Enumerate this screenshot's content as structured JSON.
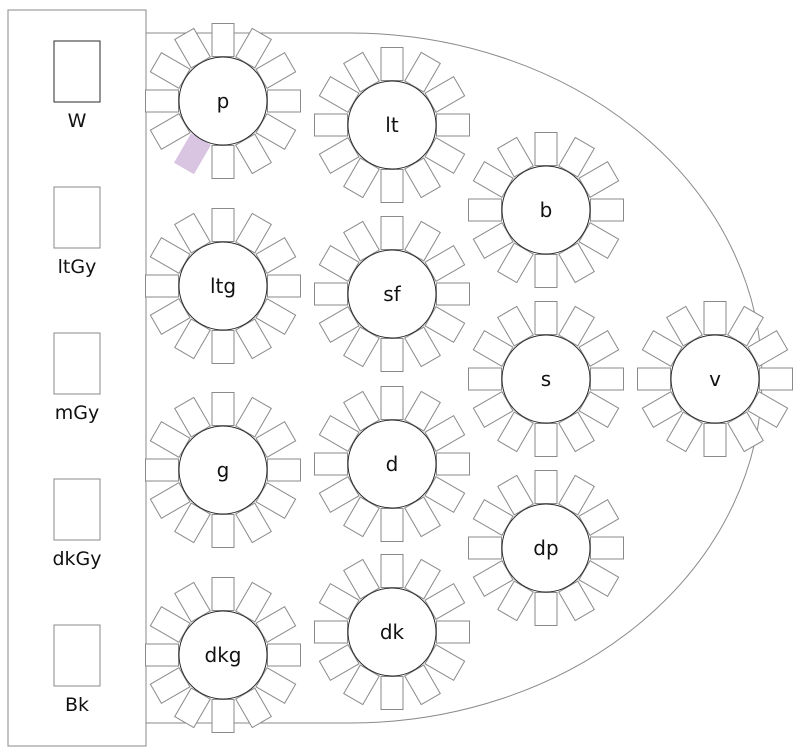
{
  "palette": [
    {
      "key": "W",
      "label": "W",
      "selected": true
    },
    {
      "key": "ltGy",
      "label": "ltGy",
      "selected": false
    },
    {
      "key": "mGy",
      "label": "mGy",
      "selected": false
    },
    {
      "key": "dkGy",
      "label": "dkGy",
      "selected": false
    },
    {
      "key": "Bk",
      "label": "Bk",
      "selected": false
    }
  ],
  "tables": [
    {
      "label": "p",
      "seats": 12,
      "selected_seats": [
        7
      ]
    },
    {
      "label": "lt",
      "seats": 12,
      "selected_seats": []
    },
    {
      "label": "b",
      "seats": 12,
      "selected_seats": []
    },
    {
      "label": "ltg",
      "seats": 12,
      "selected_seats": []
    },
    {
      "label": "sf",
      "seats": 12,
      "selected_seats": []
    },
    {
      "label": "s",
      "seats": 12,
      "selected_seats": []
    },
    {
      "label": "v",
      "seats": 12,
      "selected_seats": []
    },
    {
      "label": "g",
      "seats": 12,
      "selected_seats": []
    },
    {
      "label": "d",
      "seats": 12,
      "selected_seats": []
    },
    {
      "label": "dp",
      "seats": 12,
      "selected_seats": []
    },
    {
      "label": "dkg",
      "seats": 12,
      "selected_seats": []
    },
    {
      "label": "dk",
      "seats": 12,
      "selected_seats": []
    }
  ],
  "colors": {
    "selected_seat": "#d9c4e2",
    "outline": "#8a8a8a",
    "selected_swatch_border": "#2a2a2a"
  }
}
